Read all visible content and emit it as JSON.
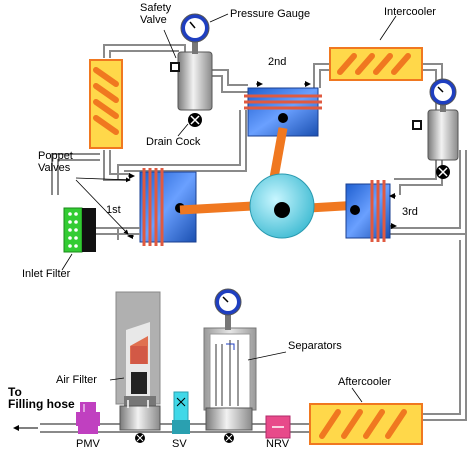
{
  "labels": {
    "safety_valve_line1": "Safety",
    "safety_valve_line2": "Valve",
    "pressure_gauge": "Pressure Gauge",
    "intercooler": "Intercooler",
    "stage_2nd": "2nd",
    "drain_cock": "Drain Cock",
    "poppet_valves_line1": "Poppet",
    "poppet_valves_line2": "Valves",
    "stage_1st": "1st",
    "stage_3rd": "3rd",
    "inlet_filter": "Inlet Filter",
    "separators": "Separators",
    "air_filter": "Air Filter",
    "aftercooler": "Aftercooler",
    "to_filling_hose_line1": "To",
    "to_filling_hose_line2": "Filling hose",
    "pmv": "PMV",
    "sv": "SV",
    "nrv": "NRV"
  },
  "colors": {
    "pipe": "#808080",
    "cylinder_blue": "#1f5fd0",
    "piston_blue": "#2a6ee8",
    "cooler_orange": "#f07820",
    "cooler_fill": "#ffd84a",
    "con_rod": "#f07820",
    "crank_teal": "#59d6ea",
    "cooling_fins": "#e05a40",
    "inlet_filter_green": "#33cc33",
    "pmv_purple": "#c040c0",
    "sv_cyan": "#40d8e8",
    "nrv_pink": "#e84a8a"
  }
}
